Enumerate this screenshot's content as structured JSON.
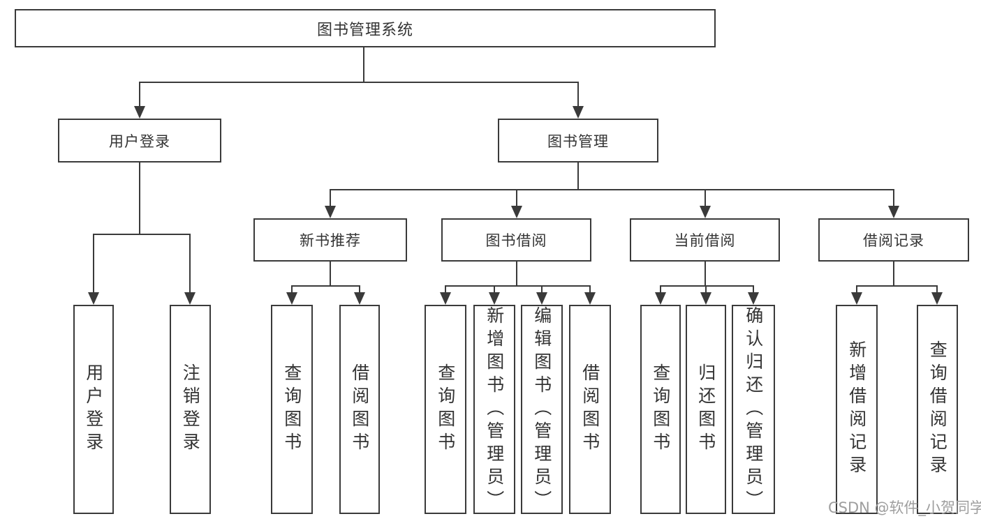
{
  "tree": {
    "root": {
      "label": "图书管理系统",
      "children": [
        {
          "label": "用户登录",
          "children": [
            {
              "label": "用户登录"
            },
            {
              "label": "注销登录"
            }
          ]
        },
        {
          "label": "图书管理",
          "children": [
            {
              "label": "新书推荐",
              "children": [
                {
                  "label": "查询图书"
                },
                {
                  "label": "借阅图书"
                }
              ]
            },
            {
              "label": "图书借阅",
              "children": [
                {
                  "label": "查询图书"
                },
                {
                  "label": "新增图书（管理员）"
                },
                {
                  "label": "编辑图书（管理员）"
                },
                {
                  "label": "借阅图书"
                }
              ]
            },
            {
              "label": "当前借阅",
              "children": [
                {
                  "label": "查询图书"
                },
                {
                  "label": "归还图书"
                },
                {
                  "label": "确认归还（管理员）"
                }
              ]
            },
            {
              "label": "借阅记录",
              "children": [
                {
                  "label": "新增借阅记录"
                },
                {
                  "label": "查询借阅记录"
                }
              ]
            }
          ]
        }
      ]
    }
  },
  "watermark": "CSDN @软件_小贺同学",
  "colors": {
    "line": "#3a3a3a",
    "text": "#333333",
    "watermark": "#9e9e9e",
    "background": "#ffffff"
  }
}
